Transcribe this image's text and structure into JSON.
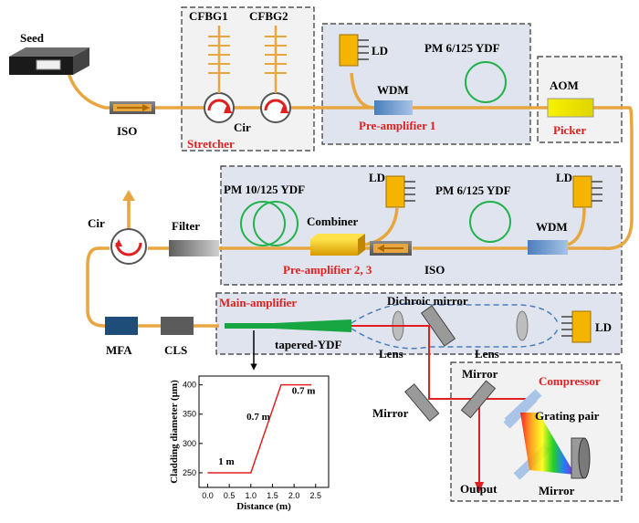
{
  "labels": {
    "seed": "Seed",
    "iso1": "ISO",
    "cfbg1": "CFBG1",
    "cfbg2": "CFBG2",
    "cir1": "Cir",
    "stretcher": "Stretcher",
    "ld1": "LD",
    "pm_yd1": "PM 6/125 YDF",
    "wdm1": "WDM",
    "preamp1": "Pre-amplifier 1",
    "aom": "AOM",
    "picker": "Picker",
    "ld2": "LD",
    "ld3": "LD",
    "pm_yd2": "PM 10/125 YDF",
    "pm_yd3": "PM 6/125 YDF",
    "combiner": "Combiner",
    "wdm2": "WDM",
    "preamp23": "Pre-amplifier 2, 3",
    "iso2": "ISO",
    "cir2": "Cir",
    "filter": "Filter",
    "main_amp": "Main-amplifier",
    "dichroic": "Dichroic mirror",
    "ld4": "LD",
    "mfa": "MFA",
    "cls": "CLS",
    "tapered": "tapered-YDF",
    "lens1": "Lens",
    "lens2": "Lens",
    "mirror1": "Mirror",
    "mirror2": "Mirror",
    "mirror3": "Mirror",
    "compressor": "Compressor",
    "grating": "Grating pair",
    "output": "Output"
  },
  "colors": {
    "fiber": "#e7a640",
    "red_label": "#e02020",
    "box_fill": "#dfe4ee",
    "ld_yellow": "#f4b400",
    "green_coil": "#22b14c",
    "green_fiber": "#18a642"
  },
  "chart_data": {
    "type": "line",
    "xlabel": "Distance (m)",
    "ylabel": "Cladding diameter (μm)",
    "xlim": [
      -0.2,
      2.8
    ],
    "ylim": [
      225,
      415
    ],
    "xticks": [
      "0.0",
      "0.5",
      "1.0",
      "1.5",
      "2.0",
      "2.5"
    ],
    "yticks": [
      "250",
      "300",
      "350",
      "400"
    ],
    "series": [
      {
        "x": [
          0,
          1.0,
          1.7,
          2.4
        ],
        "y": [
          250,
          250,
          400,
          400
        ]
      }
    ],
    "annotations": [
      "1 m",
      "0.7 m",
      "0.7 m"
    ]
  }
}
